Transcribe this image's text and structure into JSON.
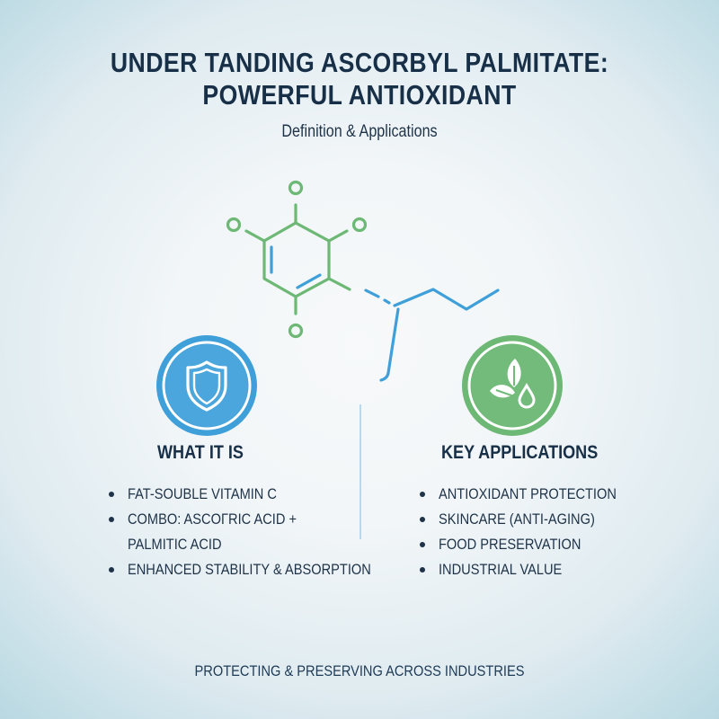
{
  "header": {
    "title_line1": "UNDER TANDING ASCORBYL PALMITATE:",
    "title_line2": "POWERFUL ANTIOXIDANT",
    "subtitle": "Definition & Applications"
  },
  "illustration": {
    "icon": "molecule-structure-icon",
    "colors": {
      "ring": "#6cb874",
      "chain": "#3f9fd8"
    }
  },
  "left_column": {
    "icon": "shield-icon",
    "icon_color": "#3f9fd8",
    "heading": "WHAT IT IS",
    "items": [
      "FAT-SOUBLE VITAMIN C",
      "COMBO: ASCOΓRIC ACID +",
      "PALMITIC ACID",
      "ENHANCED STABILITY & ABSORPTION"
    ]
  },
  "right_column": {
    "icon": "leaves-droplet-icon",
    "icon_color": "#6cb874",
    "heading": "KEY APPLICATIONS",
    "items": [
      "ANTIOXIDANT PROTECTION",
      "SKINCARE (ANTI-AGING)",
      "FOOD PRESERVATION",
      "INDUSTRIAL VALUE"
    ]
  },
  "footer": {
    "tagline": "PROTECTING & PRESERVING ACROSS INDUSTRIES"
  }
}
